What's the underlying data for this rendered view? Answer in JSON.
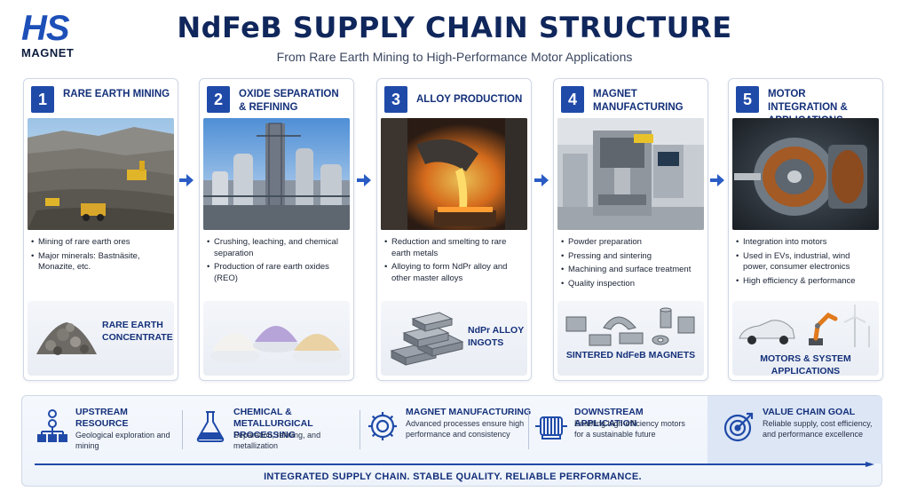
{
  "logo": {
    "brand": "HS",
    "sub": "MAGNET"
  },
  "title": "NdFeB SUPPLY CHAIN STRUCTURE",
  "subtitle": "From Rare Earth Mining to High-Performance Motor Applications",
  "colors": {
    "accent": "#1f4aa8",
    "navy": "#10275c",
    "panel": "#dce6f5"
  },
  "stages": [
    {
      "num": "1",
      "title": "RARE EARTH MINING",
      "image": "open-pit-mine-photo",
      "bullets": [
        "Mining of rare earth ores",
        "Major minerals: Bastnäsite, Monazite, etc."
      ],
      "product": "RARE EARTH CONCENTRATE",
      "product_icon": "ore-pile-icon"
    },
    {
      "num": "2",
      "title": "OXIDE SEPARATION & REFINING",
      "image": "refinery-plant-photo",
      "bullets": [
        "Crushing, leaching, and chemical separation",
        "Production of rare earth oxides (REO)"
      ],
      "product": "",
      "product_icon": "oxide-powder-bowls-icon"
    },
    {
      "num": "3",
      "title": "ALLOY PRODUCTION",
      "image": "molten-metal-pour-photo",
      "bullets": [
        "Reduction and smelting to rare earth metals",
        "Alloying to form NdPr alloy and other master alloys"
      ],
      "product": "NdPr ALLOY INGOTS",
      "product_icon": "metal-ingots-icon"
    },
    {
      "num": "4",
      "title": "MAGNET MANUFACTURING",
      "image": "pressing-machine-photo",
      "bullets": [
        "Powder preparation",
        "Pressing and sintering",
        "Machining and surface treatment",
        "Quality inspection"
      ],
      "product": "SINTERED NdFeB MAGNETS",
      "product_icon": "sintered-magnets-icon"
    },
    {
      "num": "5",
      "title": "MOTOR INTEGRATION & APPLICATIONS",
      "image": "electric-motor-photo",
      "bullets": [
        "Integration into motors",
        "Used in EVs, industrial, wind power, consumer electronics",
        "High efficiency & performance"
      ],
      "product": "MOTORS & SYSTEM APPLICATIONS",
      "product_icon": "ev-robot-wind-icon"
    }
  ],
  "summary": [
    {
      "title": "UPSTREAM RESOURCE",
      "desc": "Geological exploration and mining",
      "icon": "hierarchy-icon"
    },
    {
      "title": "CHEMICAL & METALLURGICAL PROCESSING",
      "desc": "Separation, refining, and metallization",
      "icon": "flask-icon"
    },
    {
      "title": "MAGNET MANUFACTURING",
      "desc": "Advanced processes ensure high performance and consistency",
      "icon": "gear-icon"
    },
    {
      "title": "DOWNSTREAM APPLICATION",
      "desc": "Enabling high-efficiency motors for a sustainable future",
      "icon": "motor-icon"
    },
    {
      "title": "VALUE CHAIN GOAL",
      "desc": "Reliable supply, cost efficiency, and performance excellence",
      "icon": "target-icon"
    }
  ],
  "tagline": "INTEGRATED SUPPLY CHAIN.   STABLE QUALITY.   RELIABLE PERFORMANCE."
}
